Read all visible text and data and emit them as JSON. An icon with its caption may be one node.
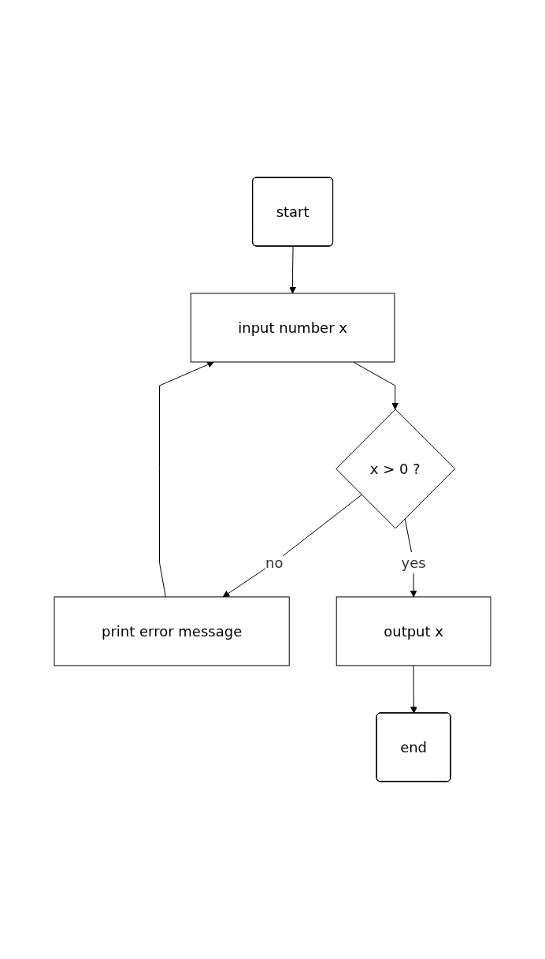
{
  "diagram": {
    "nodes": [
      {
        "text": [
          "start"
        ]
      },
      {
        "text": [
          "print error message"
        ]
      },
      {
        "text": [
          "input number x"
        ]
      },
      {
        "text": [
          "x > 0 ?"
        ]
      },
      {
        "text": [
          "output x"
        ]
      },
      {
        "text": [
          "end"
        ]
      }
    ],
    "edges": [
      {
        "from": 0,
        "to": 2,
        "arrow": "to"
      },
      {
        "from": 1,
        "to": 2,
        "arrow": "to"
      },
      {
        "from": 2,
        "to": 3,
        "arrow": "to"
      },
      {
        "from": 3,
        "to": 1,
        "arrow": "to",
        "label": "no"
      },
      {
        "from": 3,
        "to": 4,
        "arrow": "to",
        "label": "yes"
      },
      {
        "from": 4,
        "to": 5,
        "arrow": "to"
      }
    ]
  }
}
